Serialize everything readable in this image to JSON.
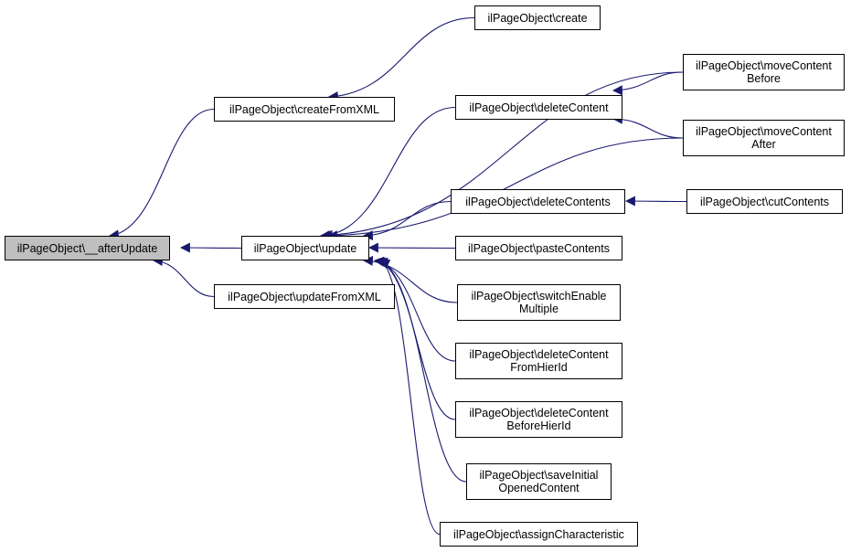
{
  "colors": {
    "edge": "#191970",
    "root_fill": "#bfbfbf",
    "node_fill": "#ffffff",
    "border": "#000000"
  },
  "nodes": {
    "afterUpdate": {
      "lines": [
        "ilPageObject\\__afterUpdate"
      ]
    },
    "createFromXML": {
      "lines": [
        "ilPageObject\\createFromXML"
      ]
    },
    "update": {
      "lines": [
        "ilPageObject\\update"
      ]
    },
    "updateFromXML": {
      "lines": [
        "ilPageObject\\updateFromXML"
      ]
    },
    "create": {
      "lines": [
        "ilPageObject\\create"
      ]
    },
    "moveContentBefore": {
      "lines": [
        "ilPageObject\\moveContent",
        "Before"
      ]
    },
    "deleteContent": {
      "lines": [
        "ilPageObject\\deleteContent"
      ]
    },
    "moveContentAfter": {
      "lines": [
        "ilPageObject\\moveContent",
        "After"
      ]
    },
    "deleteContents": {
      "lines": [
        "ilPageObject\\deleteContents"
      ]
    },
    "cutContents": {
      "lines": [
        "ilPageObject\\cutContents"
      ]
    },
    "pasteContents": {
      "lines": [
        "ilPageObject\\pasteContents"
      ]
    },
    "switchEnableMultiple": {
      "lines": [
        "ilPageObject\\switchEnable",
        "Multiple"
      ]
    },
    "deleteContentFromHierId": {
      "lines": [
        "ilPageObject\\deleteContent",
        "FromHierId"
      ]
    },
    "deleteContentBeforeHierId": {
      "lines": [
        "ilPageObject\\deleteContent",
        "BeforeHierId"
      ]
    },
    "saveInitialOpenedContent": {
      "lines": [
        "ilPageObject\\saveInitial",
        "OpenedContent"
      ]
    },
    "assignCharacteristic": {
      "lines": [
        "ilPageObject\\assignCharacteristic"
      ]
    }
  },
  "edges": [
    {
      "from": "createFromXML",
      "to": "afterUpdate"
    },
    {
      "from": "update",
      "to": "afterUpdate"
    },
    {
      "from": "updateFromXML",
      "to": "afterUpdate"
    },
    {
      "from": "create",
      "to": "createFromXML"
    },
    {
      "from": "moveContentBefore",
      "to": "update"
    },
    {
      "from": "deleteContent",
      "to": "update"
    },
    {
      "from": "moveContentAfter",
      "to": "update"
    },
    {
      "from": "deleteContents",
      "to": "update"
    },
    {
      "from": "pasteContents",
      "to": "update"
    },
    {
      "from": "switchEnableMultiple",
      "to": "update"
    },
    {
      "from": "deleteContentFromHierId",
      "to": "update"
    },
    {
      "from": "deleteContentBeforeHierId",
      "to": "update"
    },
    {
      "from": "saveInitialOpenedContent",
      "to": "update"
    },
    {
      "from": "assignCharacteristic",
      "to": "update"
    },
    {
      "from": "moveContentBefore",
      "to": "deleteContent"
    },
    {
      "from": "moveContentAfter",
      "to": "deleteContent"
    },
    {
      "from": "cutContents",
      "to": "deleteContents"
    }
  ]
}
